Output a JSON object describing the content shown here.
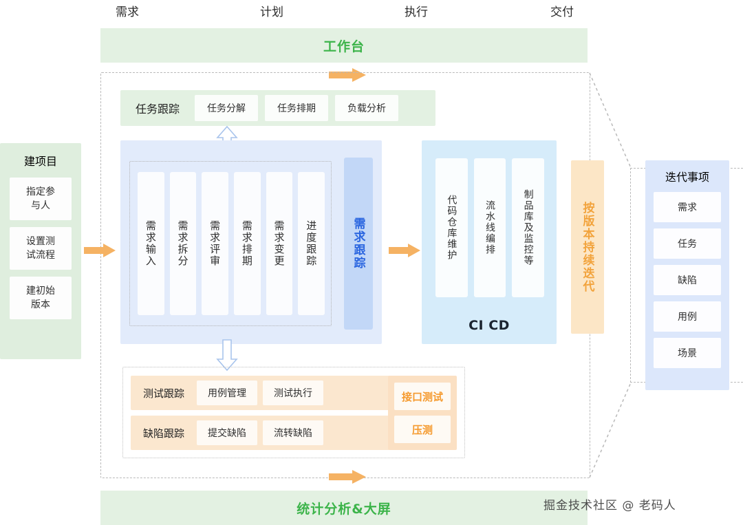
{
  "phases": [
    {
      "label": "需求"
    },
    {
      "label": "计划"
    },
    {
      "label": "执行"
    },
    {
      "label": "交付"
    }
  ],
  "top_banner": {
    "label": "工作台",
    "color": "#3cb44a",
    "bg": "#e3f1e2"
  },
  "bottom_banner": {
    "label": "统计分析&大屏",
    "color": "#3cb44a",
    "bg": "#e3f1e2"
  },
  "watermark": {
    "text": "掘金技术社区 @ 老码人"
  },
  "left_panel": {
    "title": "建项目",
    "title_color": "#5cc45f",
    "bg": "#dfeede",
    "cards": [
      {
        "label": "指定参\n与人"
      },
      {
        "label": "设置测\n试流程"
      },
      {
        "label": "建初始\n版本"
      }
    ]
  },
  "task_row": {
    "bg": "#e3f1e2",
    "label": "任务跟踪",
    "chips": [
      {
        "label": "任务分解"
      },
      {
        "label": "任务排期"
      },
      {
        "label": "负载分析"
      }
    ]
  },
  "requirement_panel": {
    "bg": "#e2ebfb",
    "columns": [
      {
        "label": "需求输入"
      },
      {
        "label": "需求拆分"
      },
      {
        "label": "需求评审"
      },
      {
        "label": "需求排期"
      },
      {
        "label": "需求变更"
      },
      {
        "label": "进度跟踪"
      }
    ],
    "track_bar": {
      "label": "需求跟踪",
      "color": "#2b66e0",
      "bg": "#c2d7f7"
    }
  },
  "cicd_panel": {
    "bg": "#d6ecfa",
    "title": "CI CD",
    "cards": [
      {
        "label": "代码仓库维护"
      },
      {
        "label": "流水线编排"
      },
      {
        "label": "制品库及监控等"
      }
    ]
  },
  "iteration_bar": {
    "label": "按版本持续迭代",
    "color": "#f2a33c",
    "bg": "#fce6c6"
  },
  "iteration_panel": {
    "title": "迭代事项",
    "title_color": "#2b66e0",
    "bg": "#dce7fb",
    "items": [
      {
        "label": "需求"
      },
      {
        "label": "任务"
      },
      {
        "label": "缺陷"
      },
      {
        "label": "用例"
      },
      {
        "label": "场景"
      }
    ]
  },
  "test_section": {
    "rows": [
      {
        "label": "测试跟踪",
        "chips": [
          {
            "label": "用例管理"
          },
          {
            "label": "测试执行"
          }
        ]
      },
      {
        "label": "缺陷跟踪",
        "chips": [
          {
            "label": "提交缺陷"
          },
          {
            "label": "流转缺陷"
          }
        ]
      }
    ],
    "side": {
      "bg": "#fbe0c3",
      "chips": [
        {
          "label": "接口测试"
        },
        {
          "label": "压测"
        }
      ]
    }
  },
  "arrows": {
    "orange_color": "#f5b263",
    "blue_color": "#9bbcea"
  }
}
